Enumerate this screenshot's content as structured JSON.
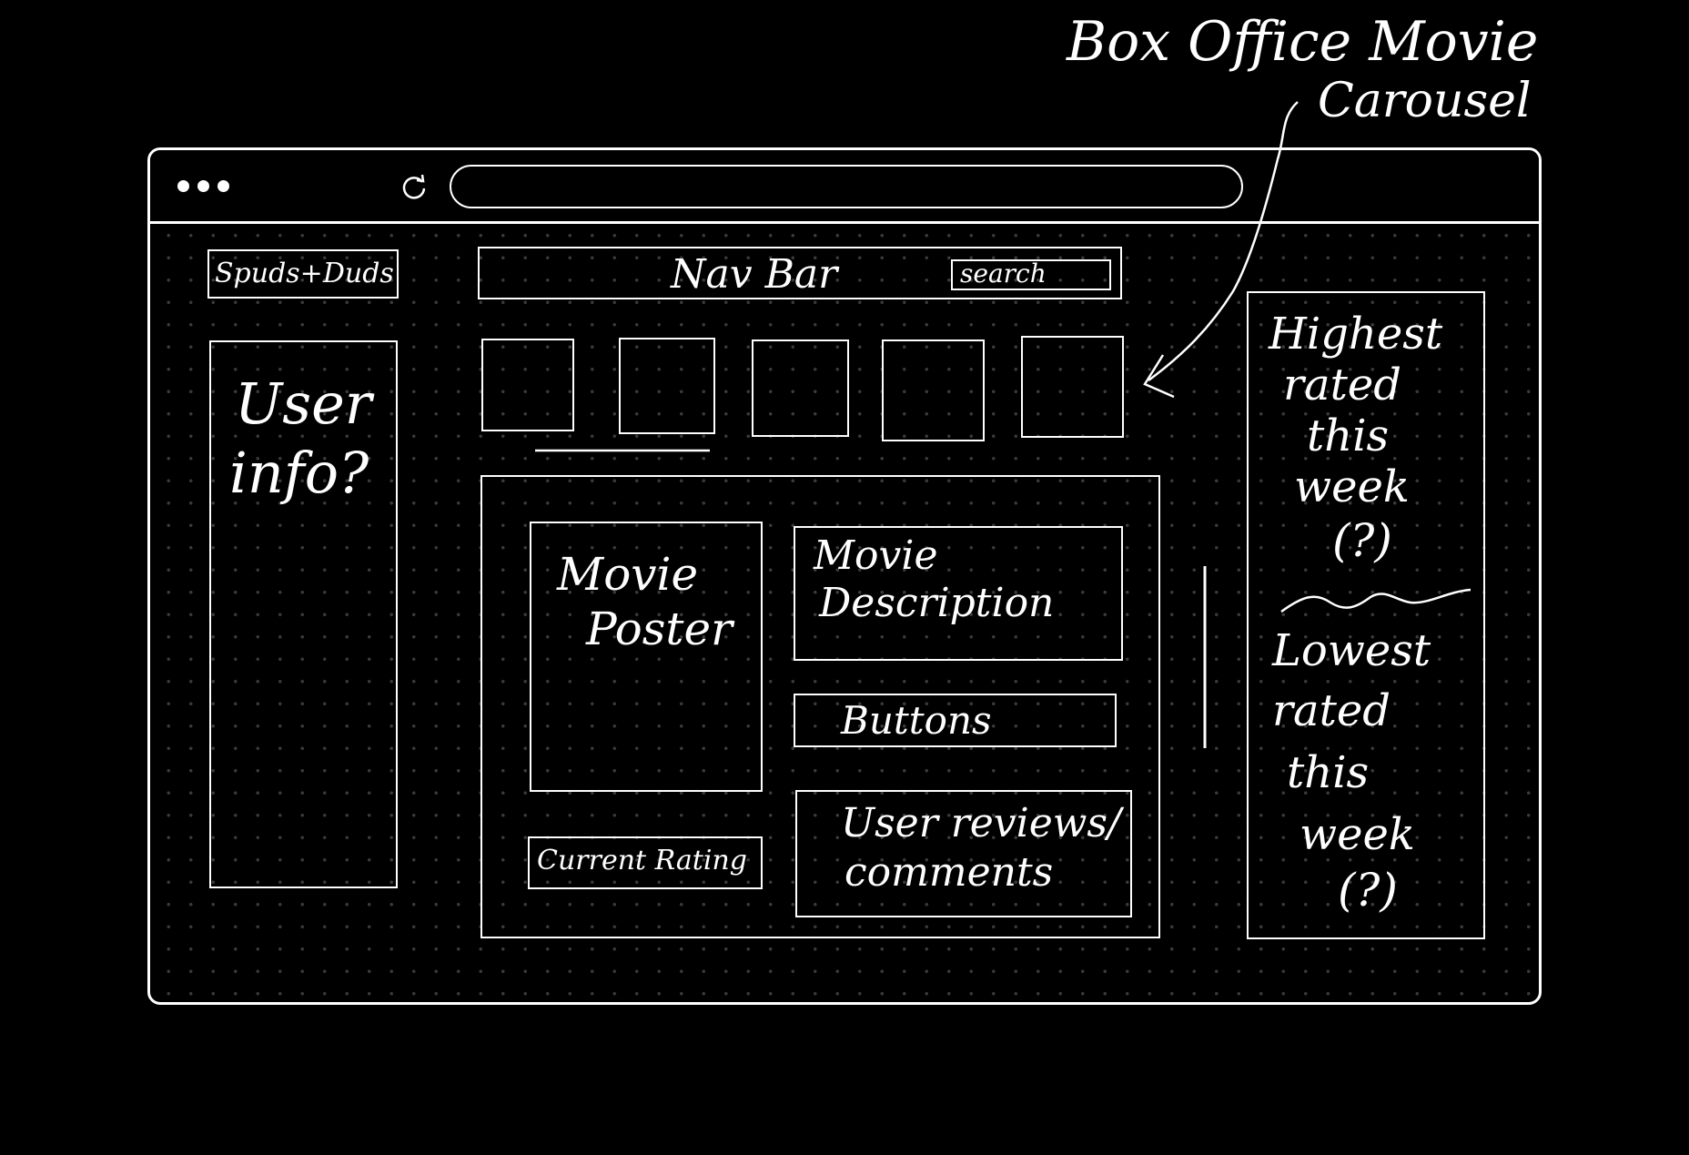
{
  "annotation": {
    "line1": "Box Office Movie",
    "line2": "Carousel"
  },
  "logo": {
    "label": "Spuds+Duds"
  },
  "navbar": {
    "label": "Nav Bar",
    "search_label": "search"
  },
  "left_panel": {
    "line1": "User",
    "line2": "info?"
  },
  "carousel": {
    "tile_count_note": "",
    "tiles": [
      "",
      "",
      "",
      "",
      ""
    ]
  },
  "main": {
    "poster": {
      "line1": "Movie",
      "line2": "Poster"
    },
    "description": {
      "line1": "Movie",
      "line2": "Description"
    },
    "buttons_label": "Buttons",
    "rating_label": "Current Rating",
    "reviews": {
      "line1": "User reviews/",
      "line2": "comments"
    }
  },
  "right_panel": {
    "highest": [
      "Highest",
      "rated",
      "this",
      "week",
      "(?)"
    ],
    "lowest": [
      "Lowest",
      "rated",
      "this",
      "week",
      "(?)"
    ]
  },
  "colors": {
    "background": "#000000",
    "ink": "#ffffff",
    "grid_dot": "#3a3a3a"
  }
}
